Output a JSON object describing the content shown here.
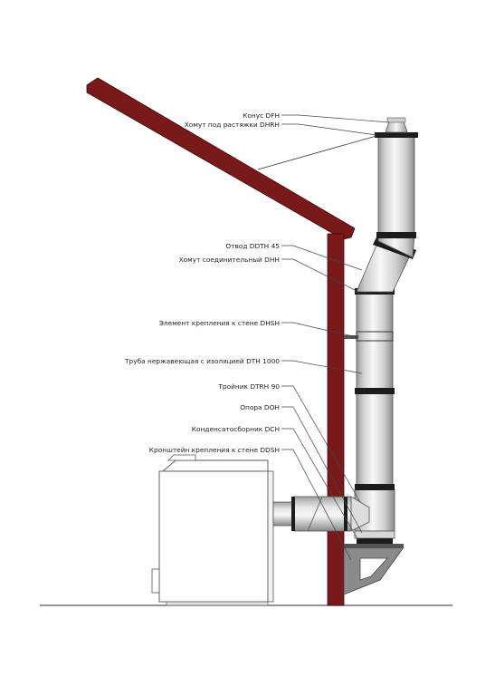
{
  "colors": {
    "wall": "#7a1919",
    "wall_edge": "#3b0606",
    "pipe_light": "#f2f2f2",
    "pipe_mid": "#c8c8c8",
    "pipe_dark": "#8e8e8e",
    "band": "#1c1c1c",
    "bracket": "#8a8a8a",
    "boiler": "#ffffff",
    "ground": "#555555"
  },
  "labels": {
    "cone": "Конус DFH",
    "guy_clamp": "Хомут под растяжки DHRH",
    "elbow": "Отвод DDTH 45",
    "joint_clamp": "Хомут соединительный DHH",
    "wall_fixing": "Элемент крепления к стене DHSH",
    "insulated_pipe": "Труба нержавеющая с изоляцией DTH 1000",
    "tee": "Тройник DTRH 90",
    "support": "Опора DOH",
    "condensate": "Конденсатосборник DCH",
    "wall_bracket": "Кронштейн крепления к стене DDSH"
  }
}
